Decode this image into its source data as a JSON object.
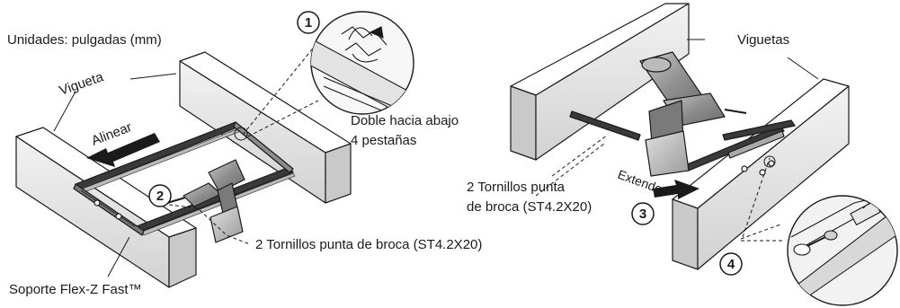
{
  "units_label": "Unidades: pulgadas (mm)",
  "left_panel": {
    "joist_label": "Vigueta",
    "align_label": "Alinear",
    "step_2": "2",
    "screws_label": "2 Tornillos punta de broca (ST4.2X20)",
    "bracket_label": "Soporte Flex-Z Fast™"
  },
  "detail_1": {
    "step": "1",
    "line1": "Doble hacia abajo",
    "line2": "4 pestañas"
  },
  "right_panel": {
    "joists_label": "Viguetas",
    "extend_label": "Extender",
    "screws_line1": "2 Tornillos punta",
    "screws_line2": "de broca (ST4.2X20)",
    "step_3": "3",
    "step_4": "4"
  },
  "colors": {
    "line": "#1a1a1a",
    "wood_top": "#ffffff",
    "wood_side": "#e6e6e6",
    "wood_shade": "#cfcfcf",
    "rail": "#333333",
    "drill_body": "#9c9c9c",
    "drill_dark": "#555555",
    "battery": "#bdbdbd"
  }
}
